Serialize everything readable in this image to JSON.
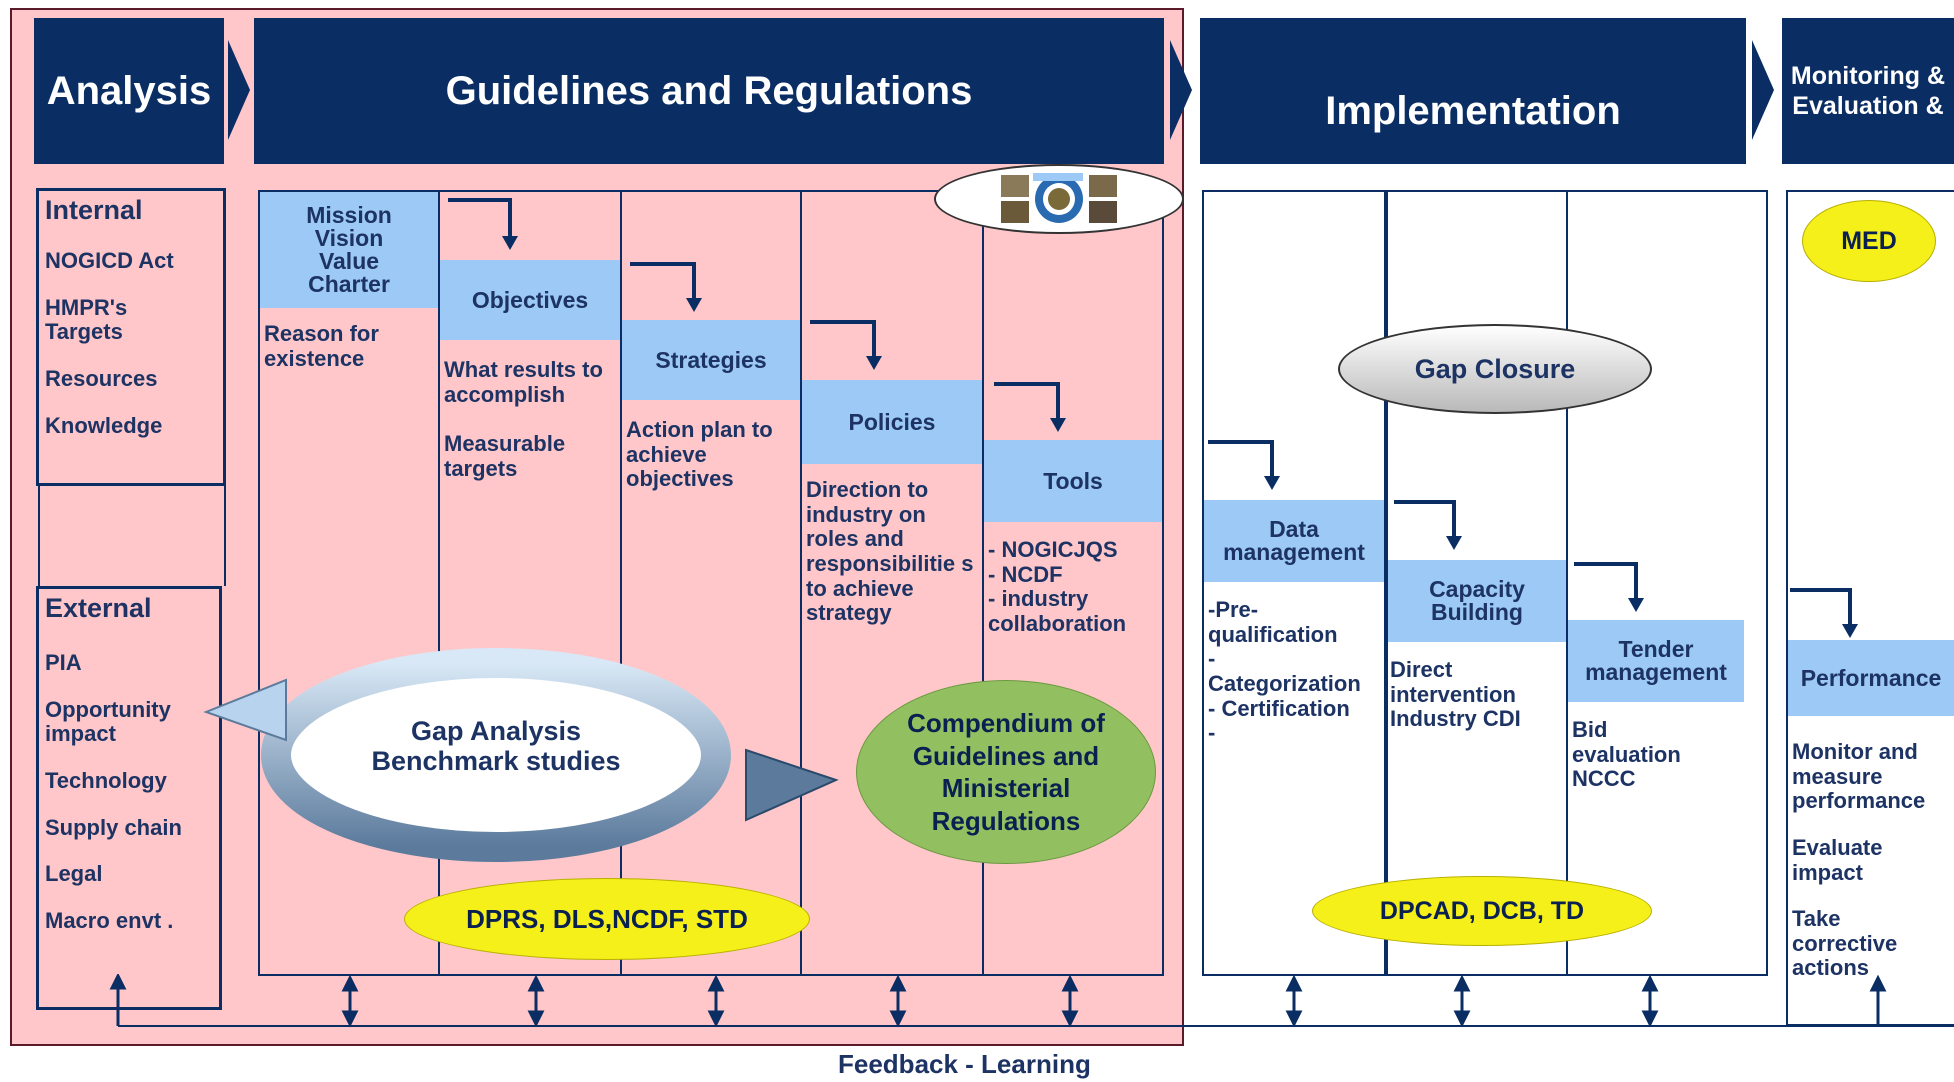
{
  "headers": {
    "analysis": "Analysis",
    "guidelines": "Guidelines and Regulations",
    "implementation": "Implementation",
    "monitoring": "Monitoring & Evaluation &"
  },
  "internal": {
    "title": "Internal",
    "items": [
      "NOGICD Act",
      "HMPR's Targets",
      "Resources",
      "Knowledge"
    ]
  },
  "external": {
    "title": "External",
    "items": [
      "PIA",
      "Opportunity impact",
      "Technology",
      "Supply chain",
      "Legal",
      "Macro envt ."
    ]
  },
  "guideline_steps": [
    {
      "label": "Mission Vision Value Charter",
      "desc": "Reason for existence"
    },
    {
      "label": "Objectives",
      "desc": "What results to accomplish\n\nMeasurable targets"
    },
    {
      "label": "Strategies",
      "desc": "Action plan to achieve objectives"
    },
    {
      "label": "Policies",
      "desc": "Direction to industry on roles and responsibilitie s to achieve strategy"
    },
    {
      "label": "Tools",
      "desc": "- NOGICJQS\n- NCDF\n- industry collaboration"
    }
  ],
  "gap_analysis": "Gap Analysis Benchmark studies",
  "compendium": "Compendium of Guidelines and Ministerial Regulations",
  "dprs": "DPRS, DLS,NCDF, STD",
  "gap_closure": "Gap Closure",
  "impl_steps": [
    {
      "label": "Data management",
      "desc": "-Pre-\nqualification\n-\nCategorization\n- Certification\n-"
    },
    {
      "label": "Capacity Building",
      "desc": "Direct intervention Industry CDI"
    },
    {
      "label": "Tender management",
      "desc": "Bid evaluation NCCC"
    }
  ],
  "dpcad": "DPCAD, DCB, TD",
  "med": "MED",
  "performance": {
    "label": "Performance",
    "items": [
      "Monitor and measure performance",
      "Evaluate impact",
      "Take corrective actions"
    ]
  },
  "feedback": "Feedback - Learning"
}
